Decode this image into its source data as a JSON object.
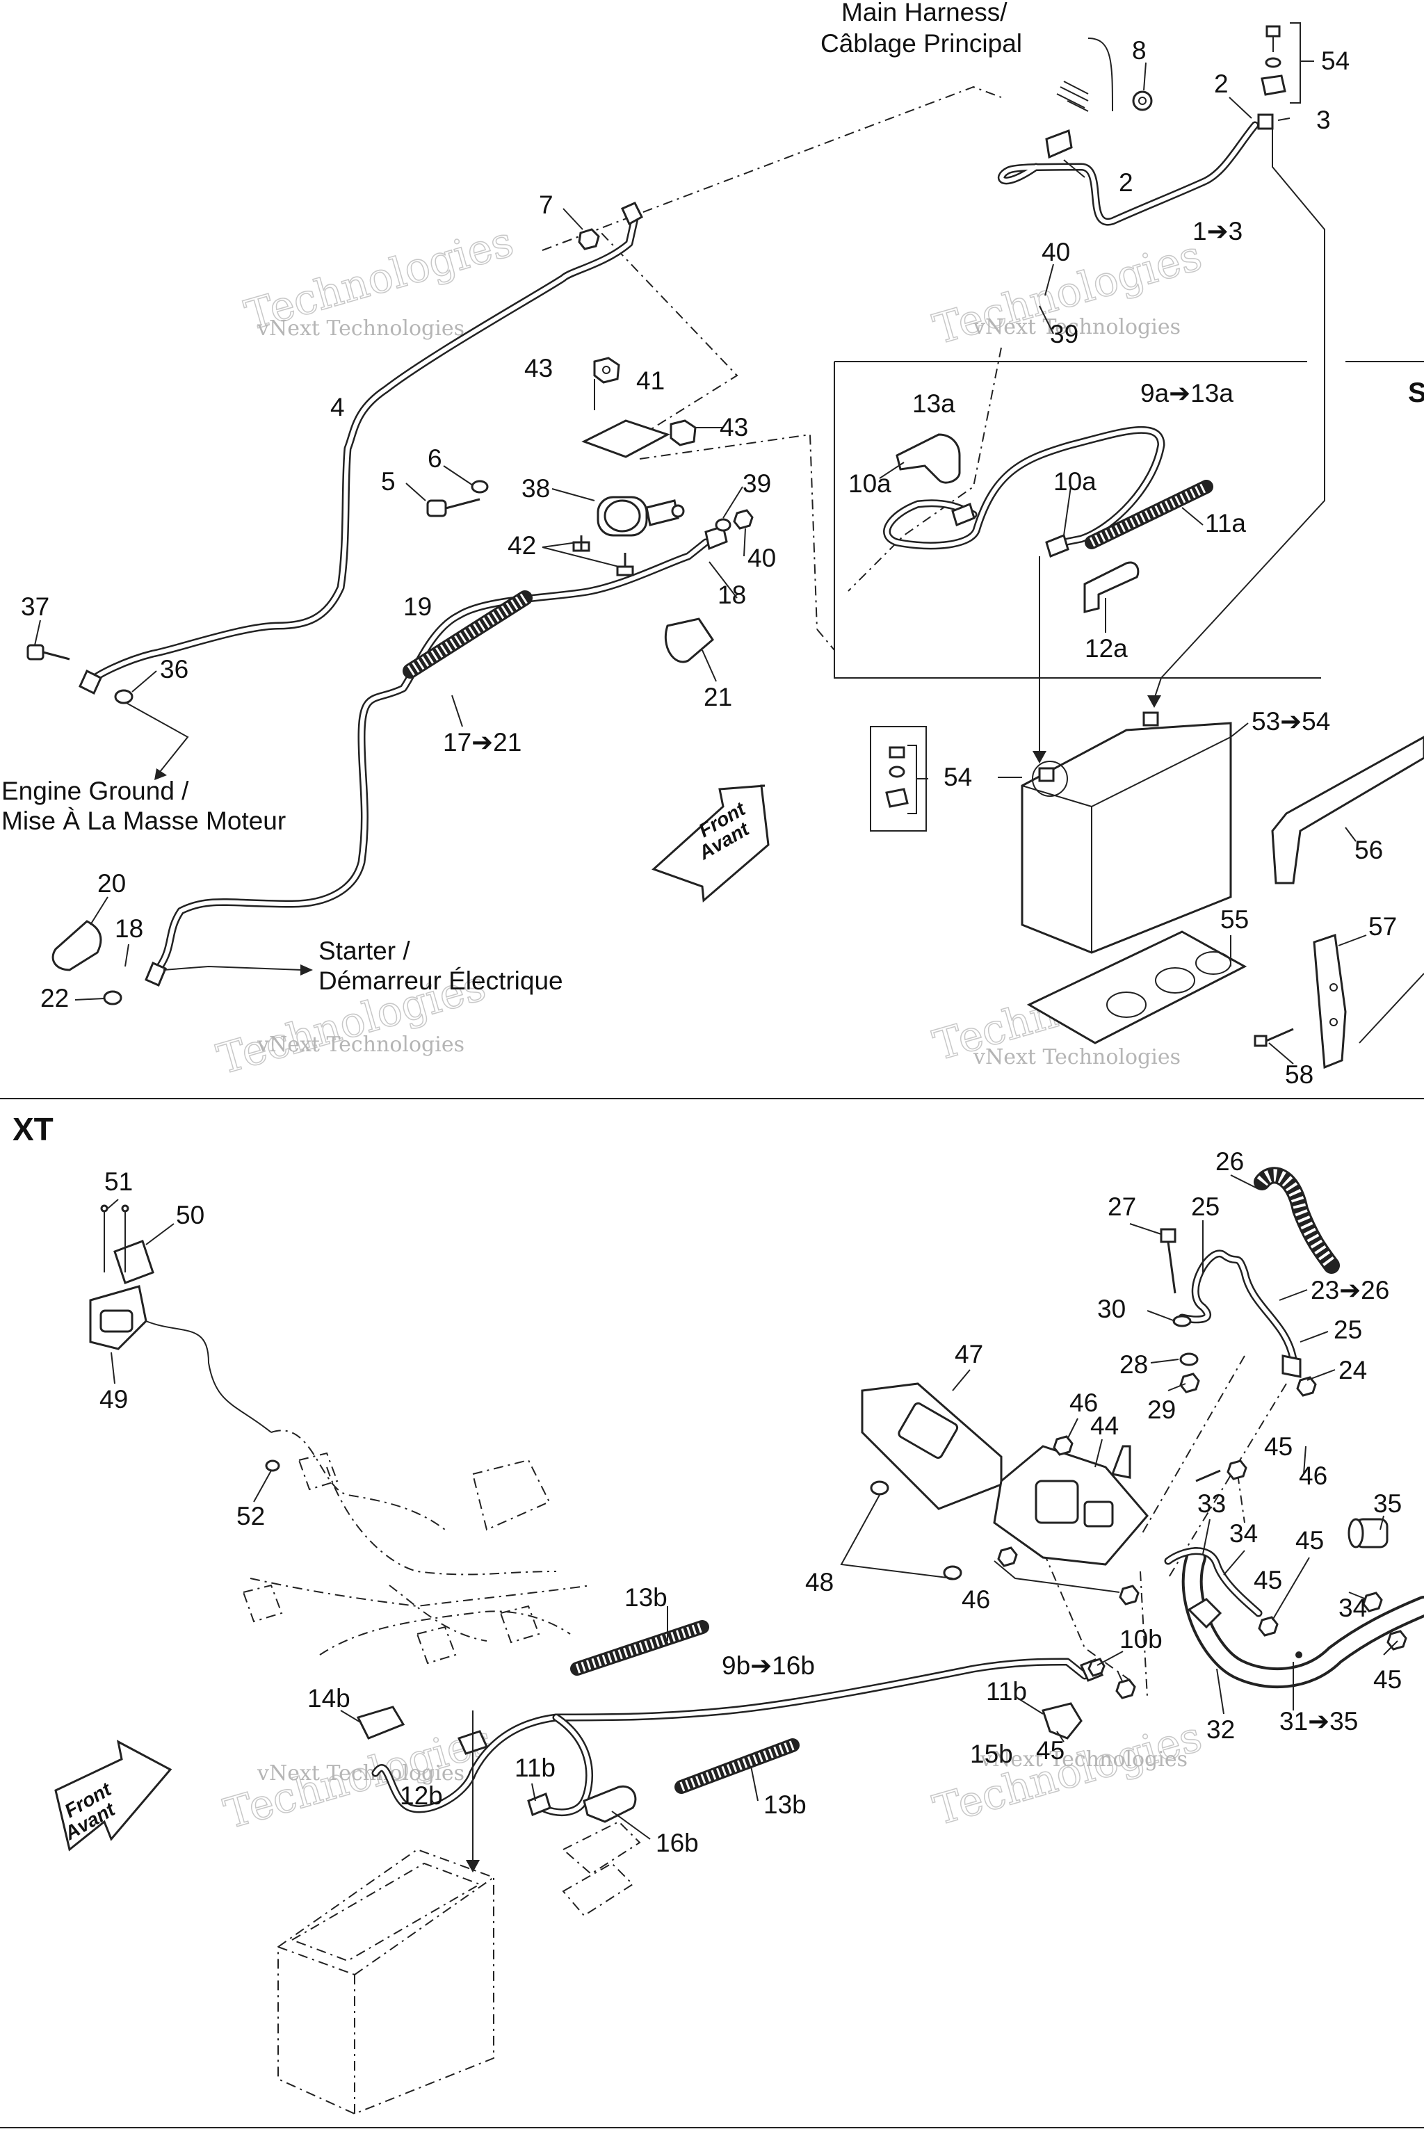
{
  "captions": {
    "main_harness_en": "Main Harness/",
    "main_harness_fr": "Câblage Principal",
    "engine_ground_en": "Engine Ground /",
    "engine_ground_fr": "Mise À La Masse Moteur",
    "starter_en": "Starter /",
    "starter_fr": "Démarreur Électrique",
    "front_en": "Front",
    "front_fr": "Avant",
    "section_xt": "XT",
    "section_s_partial": "S"
  },
  "watermark": {
    "line1": "vNext Technologies",
    "line2": "Technologies",
    "line3": "vNext"
  },
  "callouts_top": [
    "Main Harness/",
    "8",
    "54",
    "2",
    "3",
    "2",
    "1➔3",
    "7",
    "40",
    "39",
    "4",
    "43",
    "41",
    "13a",
    "9a➔13a",
    "6",
    "43",
    "5",
    "38",
    "10a",
    "10a",
    "39",
    "11a",
    "42",
    "40",
    "37",
    "19",
    "18",
    "12a",
    "36",
    "21",
    "17➔21",
    "53➔54",
    "54",
    "56",
    "20",
    "55",
    "57",
    "18",
    "22",
    "58"
  ],
  "callouts_bottom": [
    "51",
    "50",
    "26",
    "27",
    "25",
    "23➔26",
    "49",
    "30",
    "25",
    "28",
    "24",
    "47",
    "29",
    "46",
    "44",
    "45",
    "52",
    "46",
    "33",
    "35",
    "34",
    "45",
    "48",
    "46",
    "45",
    "34",
    "13b",
    "10b",
    "9b➔16b",
    "11b",
    "31➔35",
    "32",
    "45",
    "14b",
    "15b",
    "45",
    "11b",
    "12b",
    "13b",
    "16b"
  ]
}
